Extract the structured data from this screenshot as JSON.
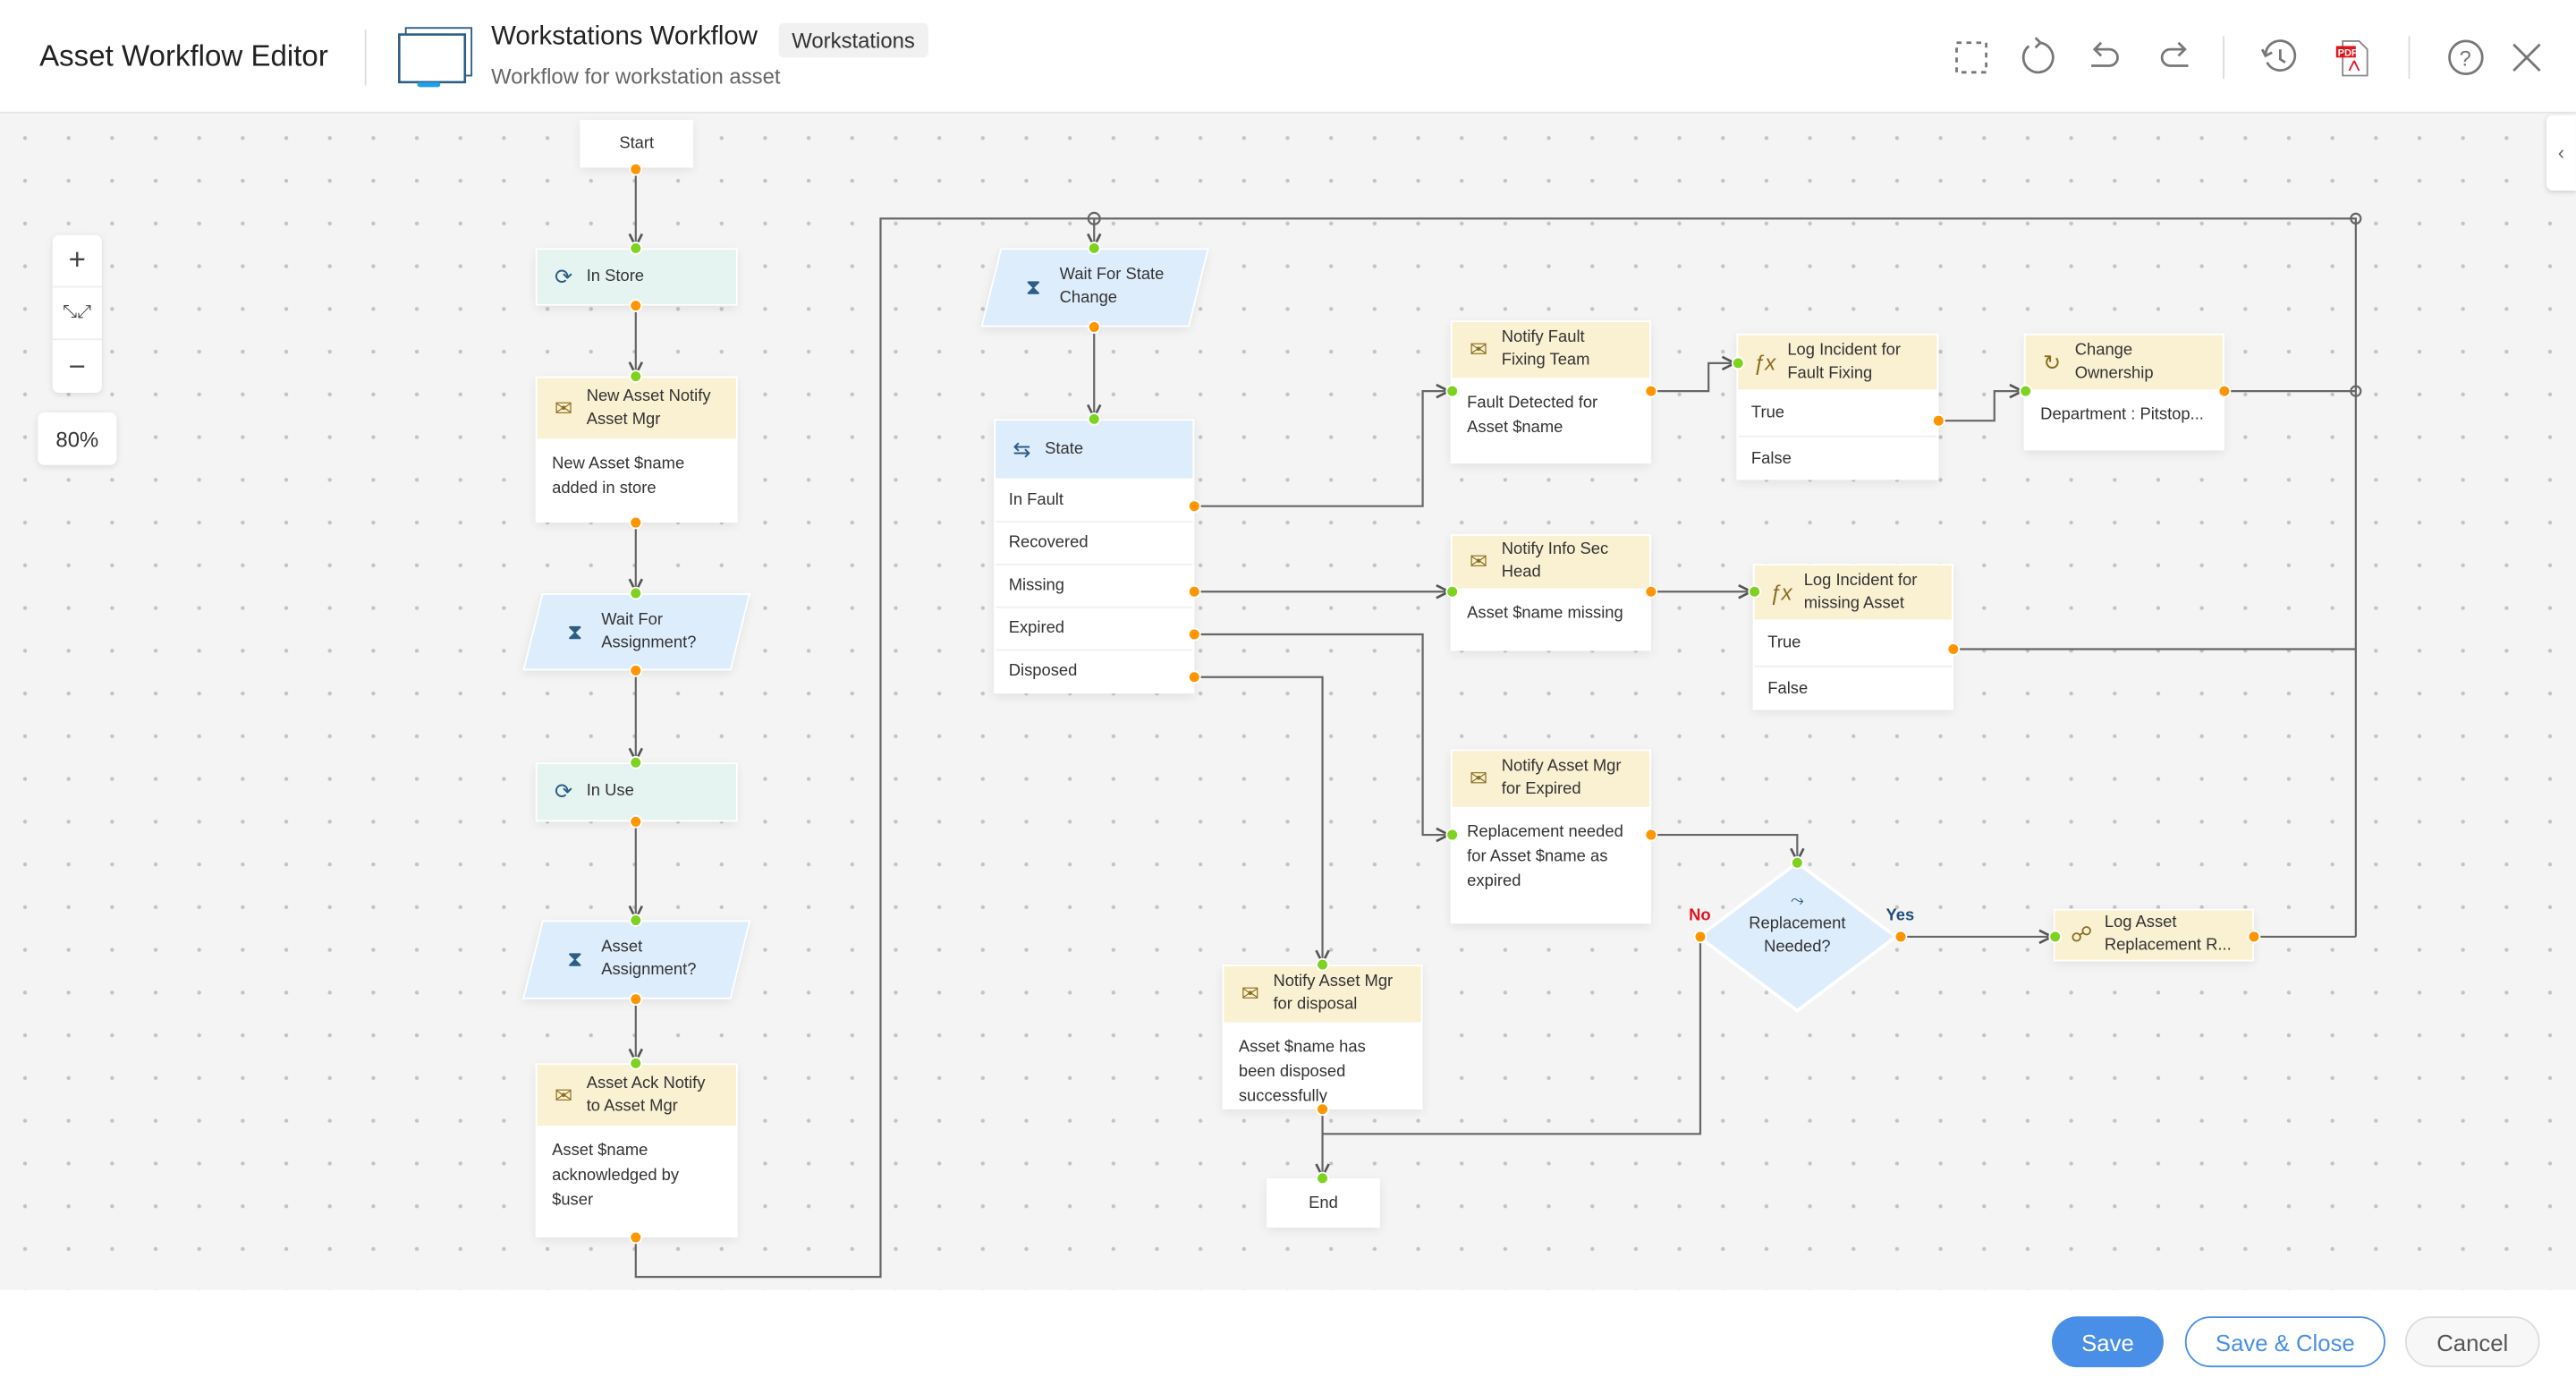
{
  "header": {
    "app_title": "Asset Workflow Editor",
    "workflow_title": "Workstations Workflow",
    "workflow_tag": "Workstations",
    "workflow_subtitle": "Workflow for workstation asset",
    "toolbar": [
      "select-area-icon",
      "refresh-icon",
      "undo-icon",
      "redo-icon",
      "history-icon",
      "pdf-export-icon",
      "help-icon",
      "close-icon"
    ]
  },
  "canvas": {
    "zoom_level": "80%",
    "zoom_in": "+",
    "zoom_out": "−"
  },
  "nodes": {
    "start": "Start",
    "end": "End",
    "in_store": "In Store",
    "new_asset_notify": {
      "title": "New Asset Notify Asset Mgr",
      "body": "New  Asset $name added in store"
    },
    "wait_assignment": "Wait For Assignment?",
    "in_use": "In Use",
    "asset_assignment": "Asset Assignment?",
    "ack_notify": {
      "title": "Asset Ack Notify to Asset Mgr",
      "body": "Asset $name acknowledged by $user"
    },
    "wait_state": "Wait For State Change",
    "state": {
      "title": "State",
      "options": [
        "In Fault",
        "Recovered",
        "Missing",
        "Expired",
        "Disposed"
      ]
    },
    "notify_fault": {
      "title": "Notify Fault Fixing Team",
      "body": "Fault Detected for Asset $name"
    },
    "log_fault": {
      "title": "Log Incident for Fault Fixing",
      "true": "True",
      "false": "False"
    },
    "change_owner": {
      "title": "Change Ownership",
      "body": "Department : Pitstop..."
    },
    "notify_infosec": {
      "title": "Notify Info Sec Head",
      "body": "Asset $name  missing"
    },
    "log_missing": {
      "title": "Log Incident for missing Asset",
      "true": "True",
      "false": "False"
    },
    "notify_expired": {
      "title": "Notify Asset Mgr for Expired",
      "body": "Replacement needed for Asset $name as expired"
    },
    "decision": {
      "title": "Replacement Needed?",
      "yes": "Yes",
      "no": "No"
    },
    "log_replacement": "Log Asset Replacement R...",
    "notify_disposal": {
      "title": "Notify Asset Mgr for disposal",
      "body": "Asset $name has been disposed successfully"
    }
  },
  "footer": {
    "save": "Save",
    "save_close": "Save & Close",
    "cancel": "Cancel"
  },
  "colors": {
    "accent": "#4a8fe7",
    "input_port": "#7ed321",
    "output_port": "#ff9500",
    "action_header": "#faf0d2",
    "state_header": "#deedfc",
    "status_header": "#e6f4f1",
    "no_label": "#e0141e",
    "yes_label": "#1e4e7a"
  }
}
